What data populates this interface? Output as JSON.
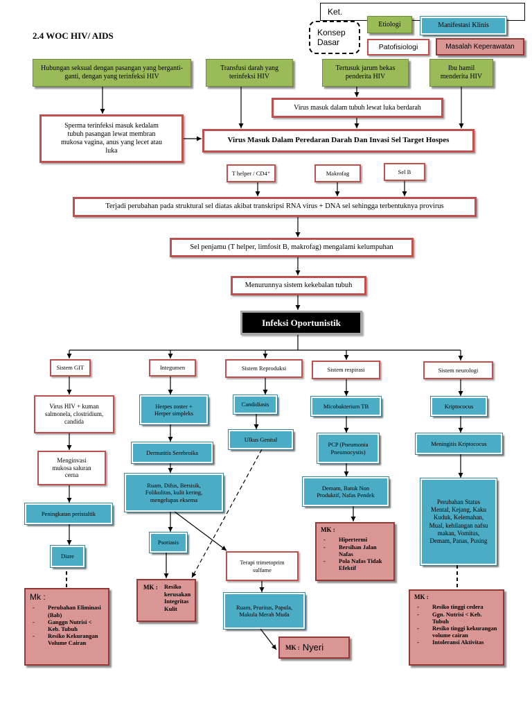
{
  "title": "2.4 WOC HIV/ AIDS",
  "legend": {
    "heading": "Ket.",
    "konsep_dasar": "Konsep Dasar",
    "etiologi": "Etiologi",
    "manifestasi_klinis": "Manifestasi Klinis",
    "patofisiologi": "Patofisiologi",
    "masalah_keperawatan": "Masalah Keperawatan"
  },
  "colors": {
    "etiologi": "#9bbb59",
    "manifestasi_klinis": "#4bacc6",
    "patofisiologi_border": "#c0504d",
    "masalah_keperawatan": "#d99694",
    "infeksi_box": "#000000"
  },
  "etiologi": [
    "Hubungan seksual dengan pasangan yang berganti-ganti, dengan yang terinfeksi HIV",
    "Transfusi darah yang terinfeksi HIV",
    "Tertusuk jarum bekas penderita HIV",
    "Ibu hamil menderita HIV"
  ],
  "patofisiologi": {
    "luka": "Virus  masuk dalam tubuh lewat luka berdarah",
    "sperma": "Sperma terinfeksi masuk kedalam tubuh pasangan lewat membran mukosa vagina, anus yang lecet atau luka",
    "invasi": "Virus Masuk Dalam Peredaran Darah Dan Invasi Sel Target Hospes",
    "sel_target": [
      "T helper / CD4⁺",
      "Makrofag",
      "Sel B"
    ],
    "provirus": "Terjadi perubahan pada struktural sel diatas akibat transkripsi RNA virus + DNA sel sehingga terbentuknya provirus",
    "kelumpuhan": "Sel penjamu (T helper, limfosit B, makrofag) mengalami kelumpuhan",
    "kekebalan": "Menurunnya sistem kekebalan tubuh",
    "infeksi": "Infeksi Oportunistik"
  },
  "sistem": {
    "git": {
      "label": "Sistem GIT",
      "flow": [
        "Virus HIV + kuman salmonela, clostridium, candida",
        "Menginvasi mukosa saluran cerna",
        "Peningkatan peristaltik",
        "Diare"
      ],
      "mk": {
        "heading": "Mk :",
        "items": [
          "Perubahan Eliminasi (Bab)",
          "Ganggn Nutrisi < Keb. Tubuh",
          "Resiko Kekurangan Volume Cairan"
        ]
      }
    },
    "integumen": {
      "label": "Integumen",
      "flow": [
        "Herpes zoster + Herper simpleks",
        "Dermatitis Serebroika",
        "Ruam, Difus, Bersisik, Folikulitas, kulit kering, mengelupas eksema",
        "Psoriasis"
      ],
      "mk": {
        "heading": "MK :",
        "text": "Resiko kerusakan Integritas Kulit"
      }
    },
    "reproduksi": {
      "label": "Sistem Reproduksi",
      "flow": [
        "Candidiasis",
        "Ulkus  Genital"
      ],
      "terapi": "Terapi trimetoprim sulfame",
      "terapi_efek": "Ruam, Pruritus, Papula, Makula Merah Muda",
      "mk": {
        "heading": "MK :",
        "text": "Nyeri"
      }
    },
    "respirasi": {
      "label": "Sistem respirasi",
      "flow": [
        "Micobakterium TB",
        "PCP (Pneumonia Pneumocystis)",
        "Demam, Batuk Non Produktif, Nafas Pendek"
      ],
      "mk": {
        "heading": "MK :",
        "items": [
          "Hipertermi",
          "Bersihan Jalan Nafas",
          "Pola Nafas Tidak Efektif"
        ]
      }
    },
    "neurologi": {
      "label": "Sistem neurologi",
      "flow": [
        "Kriptococus",
        "Meningitis Kriptococus",
        "Perubahan Status Mental, Kejang, Kaku Kuduk, Kelemahan, Mual, kehilangan nafsu makan, Vomitus, Demam, Panas, Pusing"
      ],
      "mk": {
        "heading": "MK :",
        "items": [
          "Resiko tinggi cedera",
          "Ggn. Nutrisi < Keb. Tubuh",
          "Resiko tinggi kekurangan volume cairan",
          "Intoleransi Aktivitas"
        ]
      }
    }
  }
}
